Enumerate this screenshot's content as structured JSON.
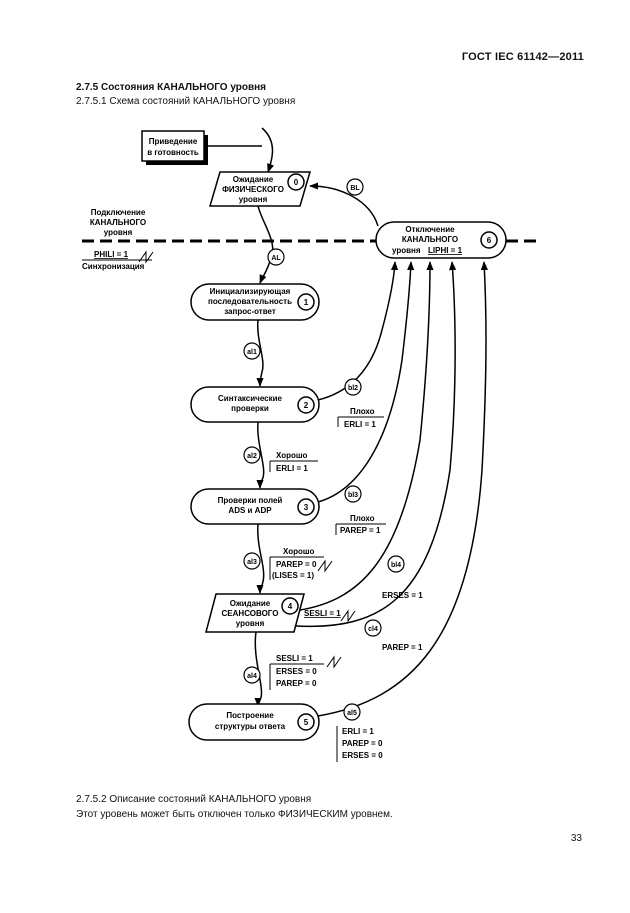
{
  "header": {
    "standard": "ГОСТ IEC 61142—2011"
  },
  "section": {
    "title": "2.7.5 Состояния КАНАЛЬНОГО уровня",
    "subtitle": "2.7.5.1 Схема состояний КАНАЛЬНОГО уровня"
  },
  "diagram": {
    "start_box": [
      "Приведение",
      "в готовность"
    ],
    "left_labels": {
      "physical_connect": [
        "Подключение",
        "КАНАЛЬНОГО",
        "уровня"
      ],
      "phili": "PHILI = 1",
      "sync": "Синхронизация"
    },
    "states": [
      {
        "num": "0",
        "lines": [
          "Ожидание",
          "ФИЗИЧЕСКОГО",
          "уровня"
        ]
      },
      {
        "num": "1",
        "lines": [
          "Инициализирующая",
          "последовательность",
          "запрос-ответ"
        ]
      },
      {
        "num": "2",
        "lines": [
          "Синтаксические",
          "проверки"
        ]
      },
      {
        "num": "3",
        "lines": [
          "Проверки полей",
          "ADS и ADP"
        ]
      },
      {
        "num": "4",
        "lines": [
          "Ожидание",
          "СЕАНСОВОГО",
          "уровня"
        ]
      },
      {
        "num": "5",
        "lines": [
          "Построение",
          "структуры ответа"
        ]
      },
      {
        "num": "6",
        "lines": [
          "Отключение",
          "КАНАЛЬНОГО",
          "уровня",
          "LIPHI = 1"
        ]
      }
    ],
    "transitions": [
      "BL",
      "AL",
      "al1",
      "al2",
      "al3",
      "al4",
      "al5",
      "bl2",
      "bl3",
      "bl4",
      "cl4"
    ],
    "conditions": {
      "bad_2": [
        "Плохо",
        "ERLI = 1"
      ],
      "good_2": [
        "Хорошо",
        "ERLI = 1"
      ],
      "bad_3": [
        "Плохо",
        "PAREP = 1"
      ],
      "good_3": [
        "Хорошо",
        "PAREP = 0",
        "(LISES = 1)"
      ],
      "sesli_4": "SESLI = 1",
      "erses": "ERSES = 1",
      "parep_cl4": "PAREP = 1",
      "al4_block": [
        "SESLI = 1",
        "ERSES = 0",
        "PAREP = 0"
      ],
      "al5_block": [
        "ERLI = 1",
        "PAREP = 0",
        "ERSES = 0"
      ]
    }
  },
  "footer": {
    "subtitle": "2.7.5.2 Описание состояний КАНАЛЬНОГО уровня",
    "text": "Этот уровень может быть отключен только ФИЗИЧЕСКИМ уровнем.",
    "page_number": "33"
  }
}
